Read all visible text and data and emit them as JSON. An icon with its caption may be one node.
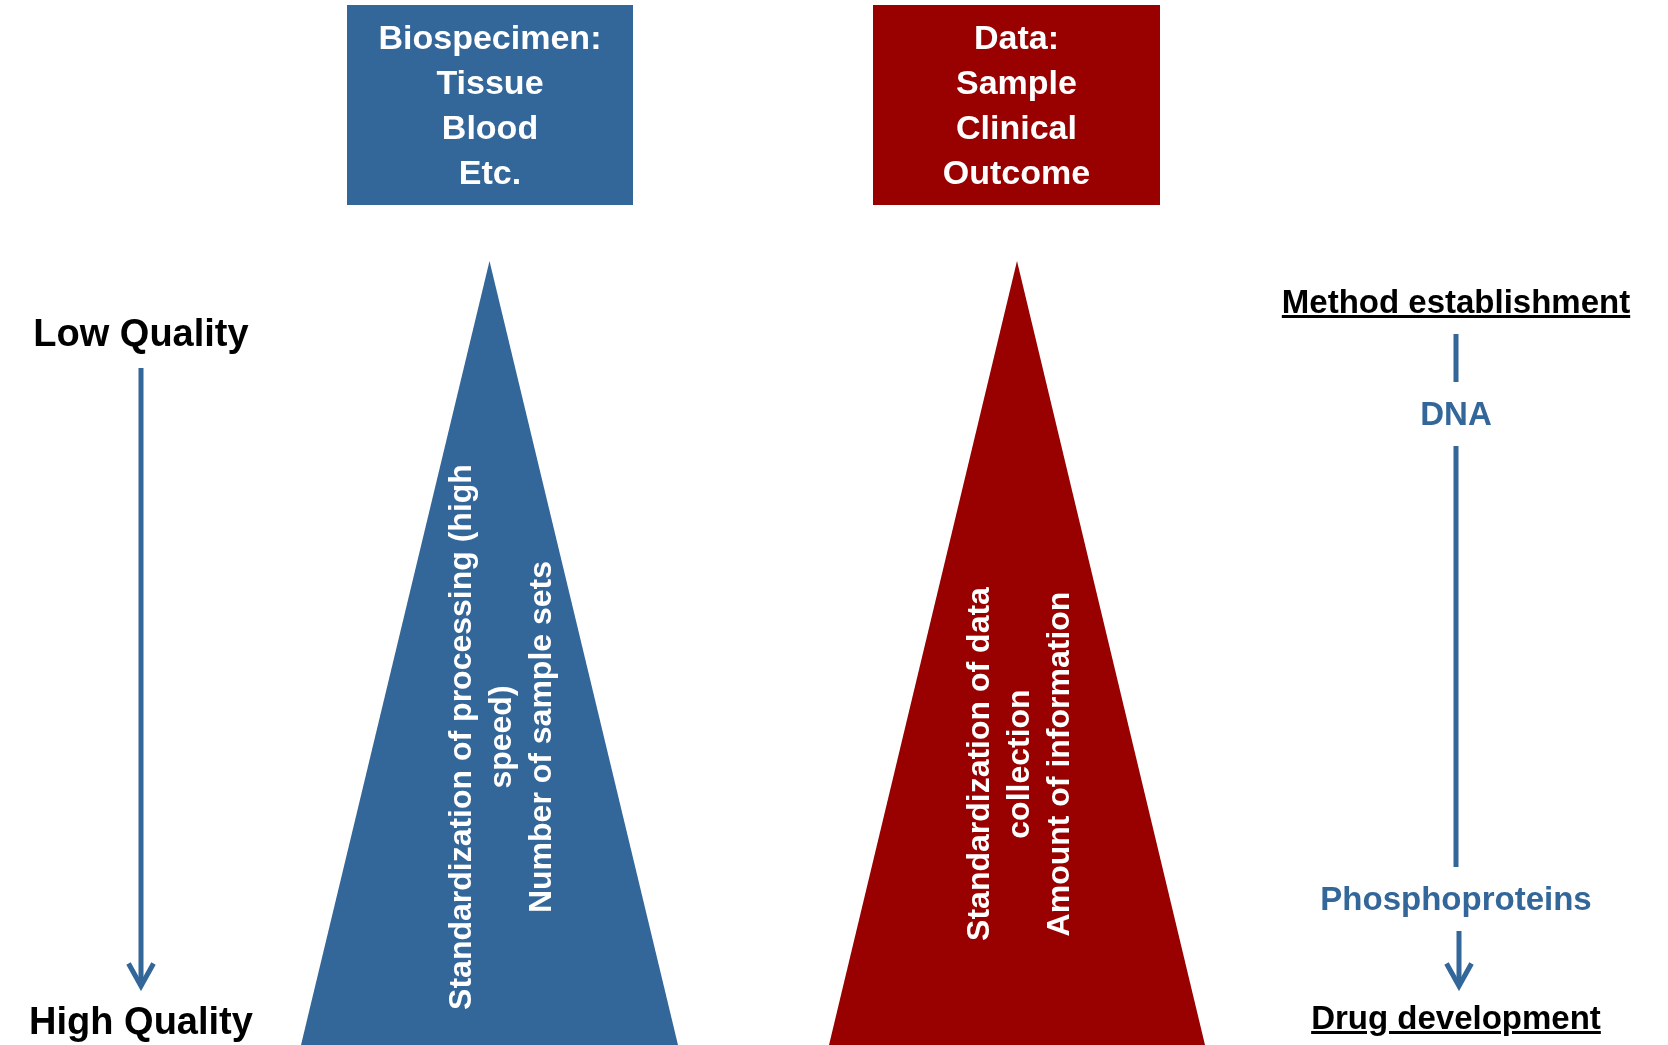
{
  "diagram": {
    "nodes": [
      {
        "text": [
          "Biospecimen:",
          "Tissue",
          "Blood",
          "Etc."
        ]
      },
      {
        "text": [
          "Data:",
          "Sample",
          "Clinical",
          "Outcome"
        ]
      },
      {
        "text": [
          "Standardization of processing (high speed)",
          "Number of sample sets"
        ]
      },
      {
        "text": [
          "Standardization of data collection",
          "Amount of information"
        ]
      },
      {
        "text": [
          "Low Quality"
        ]
      },
      {
        "text": [
          "High Quality"
        ]
      },
      {
        "text": [
          "Method establishment"
        ]
      },
      {
        "text": [
          "DNA"
        ]
      },
      {
        "text": [
          "Phosphoproteins"
        ]
      },
      {
        "text": [
          "Drug development"
        ]
      }
    ],
    "edges": [
      {
        "from": 4,
        "to": 5,
        "arrow": "to"
      },
      {
        "from": 6,
        "to": 7,
        "arrow": "none"
      },
      {
        "from": 7,
        "to": 8,
        "arrow": "none"
      },
      {
        "from": 8,
        "to": 9,
        "arrow": "to"
      }
    ]
  }
}
